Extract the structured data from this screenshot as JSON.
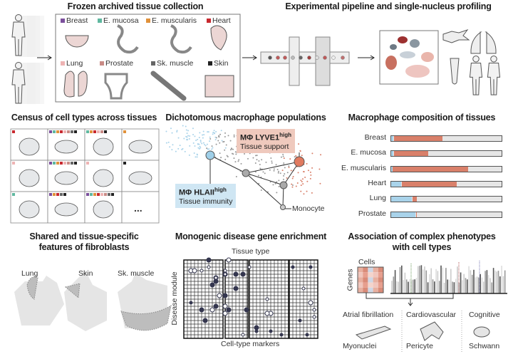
{
  "panels": {
    "tissue_collection": {
      "title": "Frozen archived tissue collection",
      "tissues": [
        {
          "name": "Breast",
          "color": "#7b4f9c"
        },
        {
          "name": "E. mucosa",
          "color": "#5fb8a0"
        },
        {
          "name": "E. muscularis",
          "color": "#e0913a"
        },
        {
          "name": "Heart",
          "color": "#c8282e"
        },
        {
          "name": "Lung",
          "color": "#eeb3b3"
        },
        {
          "name": "Prostate",
          "color": "#c98b86"
        },
        {
          "name": "Sk. muscle",
          "color": "#666666"
        },
        {
          "name": "Skin",
          "color": "#222222"
        }
      ]
    },
    "pipeline": {
      "title": "Experimental  pipeline and single-nucleus profiling"
    },
    "census": {
      "title": "Census of cell types across tissues",
      "more_label": "..."
    },
    "macrophage": {
      "title": "Dichotomous macrophage populations",
      "lyve1": {
        "name": "MΦ LYVE1",
        "superscript": "high",
        "role": "Tissue support",
        "color": "#e07a5f"
      },
      "hlaii": {
        "name": "MΦ HLAII",
        "superscript": "high",
        "role": "Tissue immunity",
        "color": "#9fcfe8"
      },
      "monocyte_label": "Monocyte"
    },
    "composition": {
      "title": "Macrophage composition of tissues",
      "colors": {
        "hlaii": "#a9d3ea",
        "lyve1": "#d9806a",
        "other": "#e6e6e6"
      },
      "rows": [
        {
          "tissue": "Breast",
          "hlaii": 0.02,
          "lyve1": 0.44
        },
        {
          "tissue": "E. mucosa",
          "hlaii": 0.02,
          "lyve1": 0.31
        },
        {
          "tissue": "E. muscularis",
          "hlaii": 0.01,
          "lyve1": 0.68
        },
        {
          "tissue": "Heart",
          "hlaii": 0.09,
          "lyve1": 0.5
        },
        {
          "tissue": "Lung",
          "hlaii": 0.19,
          "lyve1": 0.04
        },
        {
          "tissue": "Prostate",
          "hlaii": 0.22,
          "lyve1": 0.01
        }
      ]
    },
    "fibroblasts": {
      "title_line1": "Shared and tissue-specific",
      "title_line2": "features of fibroblasts",
      "tissues": [
        "Lung",
        "Skin",
        "Sk. muscle"
      ]
    },
    "monogenic": {
      "title": "Monogenic disease gene enrichment",
      "top_label": "Tissue type",
      "left_label": "Disease module",
      "bottom_label": "Cell-type markers"
    },
    "association": {
      "title_line1": "Association of complex phenotypes",
      "title_line2": "with cell types",
      "heatmap_top": "Cells",
      "heatmap_left": "Genes",
      "phenotypes": [
        {
          "trait": "Atrial fibrillation",
          "cell": "Myonuclei"
        },
        {
          "trait": "Cardiovascular",
          "cell": "Pericyte"
        },
        {
          "trait": "Cognitive",
          "cell": "Schwann"
        }
      ]
    }
  }
}
